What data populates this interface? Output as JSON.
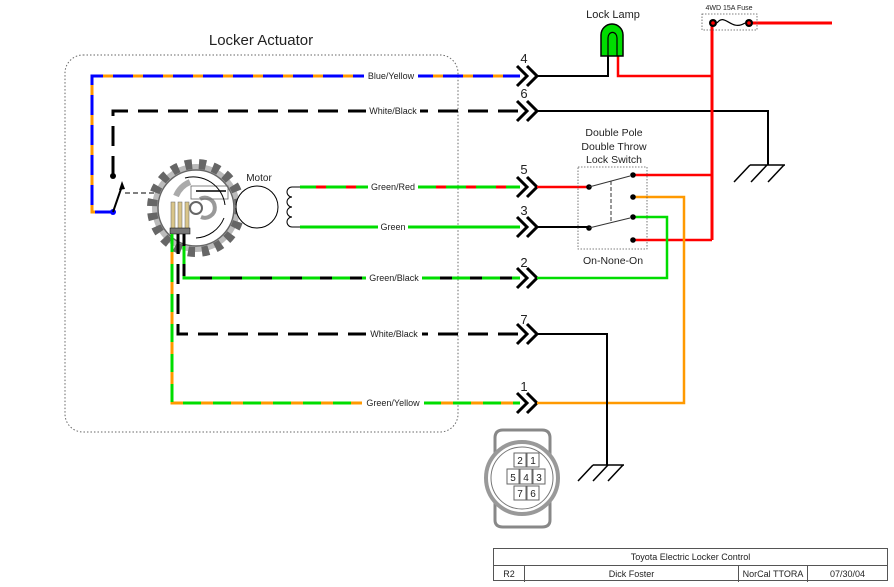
{
  "diagram": {
    "title": "Locker Actuator",
    "motor_label": "Motor",
    "lamp_label": "Lock Lamp",
    "fuse_label": "4WD 15A Fuse",
    "switch_label_lines": [
      "Double Pole",
      "Double Throw",
      "Lock Switch"
    ],
    "switch_type": "On-None-On",
    "wires": [
      {
        "label": "Blue/Yellow",
        "pin": "4",
        "colors": [
          "#0000ff",
          "#ff9900"
        ]
      },
      {
        "label": "White/Black",
        "pin": "6",
        "colors": [
          "#000000",
          "#ffffff"
        ]
      },
      {
        "label": "Green/Red",
        "pin": "5",
        "colors": [
          "#00dd00",
          "#ff0000"
        ]
      },
      {
        "label": "Green",
        "pin": "3",
        "colors": [
          "#00dd00"
        ]
      },
      {
        "label": "Green/Black",
        "pin": "2",
        "colors": [
          "#00dd00",
          "#000000"
        ]
      },
      {
        "label": "White/Black",
        "pin": "7",
        "colors": [
          "#000000",
          "#ffffff"
        ]
      },
      {
        "label": "Green/Yellow",
        "pin": "1",
        "colors": [
          "#00dd00",
          "#ff9900"
        ]
      }
    ],
    "connector_pins": [
      [
        "2",
        "1"
      ],
      [
        "5",
        "4",
        "3"
      ],
      [
        "7",
        "6"
      ]
    ],
    "colors": {
      "lamp": "#00dd00",
      "power": "#ff0000",
      "ground": "#000000"
    }
  },
  "title_block": {
    "title": "Toyota Electric Locker Control",
    "revision": "R2",
    "author": "Dick Foster",
    "organization": "NorCal TTORA",
    "date": "07/30/04"
  }
}
